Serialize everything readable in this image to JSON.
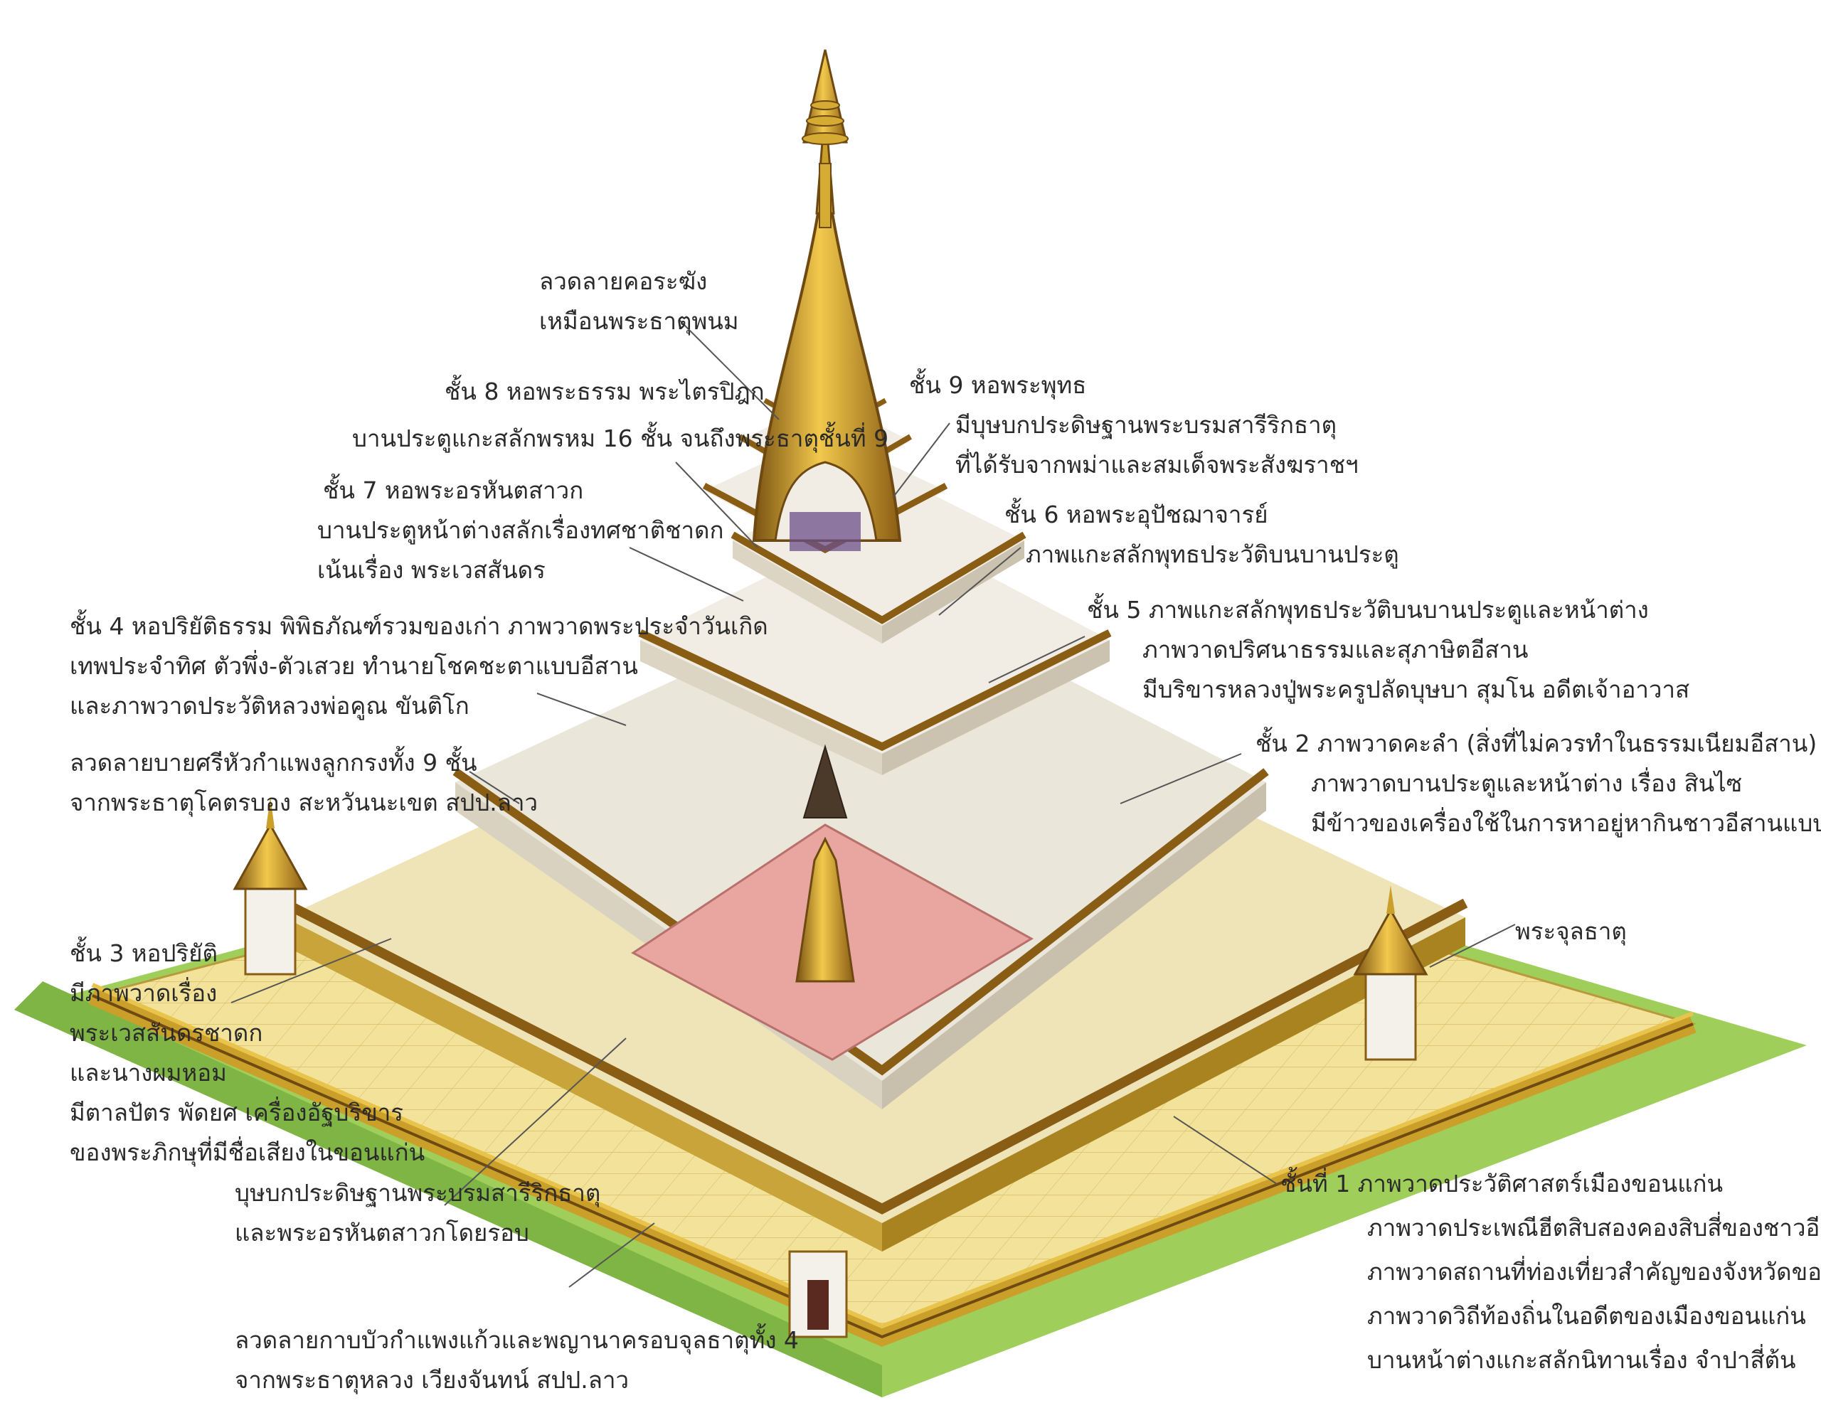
{
  "palette": {
    "grass": "#9fcf5a",
    "paving": "#f2e08e",
    "floor": "#ece7dc",
    "shrine_floor": "#e9a5a0",
    "gold": "#d4a521",
    "dark_gold": "#6e4a12",
    "wall": "#f4f1ea",
    "leader": "#555555"
  },
  "labels": {
    "spire": {
      "lines": [
        "ลวดลายคอระฆัง",
        "เหมือนพระธาตุพนม"
      ]
    },
    "floor8": {
      "lines": [
        "ชั้น 8 หอพระธรรม พระไตรปิฎก",
        "บานประตูแกะสลักพรหม 16 ชั้น จนถึงพระธาตุชั้นที่ 9"
      ]
    },
    "floor9": {
      "lines": [
        "ชั้น 9 หอพระพุทธ",
        "มีบุษบกประดิษฐานพระบรมสารีริกธาตุ",
        "ที่ได้รับจากพม่าและสมเด็จพระสังฆราชฯ"
      ]
    },
    "floor7": {
      "lines": [
        "ชั้น 7 หอพระอรหันตสาวก",
        "บานประตูหน้าต่างสลักเรื่องทศชาติชาดก",
        "เน้นเรื่อง พระเวสสันดร"
      ]
    },
    "floor6": {
      "lines": [
        "ชั้น 6 หอพระอุปัชฌาจารย์",
        "ภาพแกะสลักพุทธประวัติบนบานประตู"
      ]
    },
    "floor5": {
      "lines": [
        "ชั้น 5 ภาพแกะสลักพุทธประวัติบนบานประตูและหน้าต่าง",
        "ภาพวาดปริศนาธรรมและสุภาษิตอีสาน",
        "มีบริขารหลวงปู่พระครูปลัดบุษบา สุมโน อดีตเจ้าอาวาส"
      ]
    },
    "floor4": {
      "lines": [
        "ชั้น 4 หอปริยัติธรรม พิพิธภัณฑ์รวมของเก่า ภาพวาดพระประจำวันเกิด",
        "เทพประจำทิศ ตัวพึ่ง-ตัวเสวย ทำนายโชคชะตาแบบอีสาน",
        "และภาพวาดประวัติหลวงพ่อคูณ ขันติโก"
      ]
    },
    "floor2": {
      "lines": [
        "ชั้น 2 ภาพวาดคะลำ (สิ่งที่ไม่ควรทำในธรรมเนียมอีสาน)",
        "ภาพวาดบานประตูและหน้าต่าง เรื่อง สินไซ",
        "มีข้าวของเครื่องใช้ในการหาอยู่หากินชาวอีสานแบบดั้งเดิม"
      ]
    },
    "railing": {
      "lines": [
        "ลวดลายบายศรีหัวกำแพงลูกกรงทั้ง 9 ชั้น",
        "จากพระธาตุโคตรบอง สะหวันนะเขต สปป.ลาว"
      ]
    },
    "chula": {
      "lines": [
        "พระจุลธาตุ"
      ]
    },
    "floor3": {
      "lines": [
        "ชั้น 3 หอปริยัติ",
        "มีภาพวาดเรื่อง",
        "พระเวสสันดรชาดก",
        "และนางผมหอม",
        "มีตาลปัตร พัดยศ เครื่องอัฐบริขาร",
        "ของพระภิกษุที่มีชื่อเสียงในขอนแก่น"
      ]
    },
    "busabok": {
      "lines": [
        "บุษบกประดิษฐานพระบรมสารีริกธาตุ",
        "และพระอรหันตสาวกโดยรอบ"
      ]
    },
    "floor1": {
      "lines": [
        "ชั้นที่ 1 ภาพวาดประวัติศาสตร์เมืองขอนแก่น",
        "ภาพวาดประเพณีฮีตสิบสองคองสิบสี่ของชาวอีสาน",
        "ภาพวาดสถานที่ท่องเที่ยวสำคัญของจังหวัดขอนแก่น",
        "ภาพวาดวิถีท้องถิ่นในอดีตของเมืองขอนแก่น",
        "บานหน้าต่างแกะสลักนิทานเรื่อง จำปาสี่ต้น"
      ]
    },
    "wall": {
      "lines": [
        "ลวดลายกาบบัวกำแพงแก้วและพญานาครอบจุลธาตุทั้ง 4",
        "จากพระธาตุหลวง เวียงจันทน์ สปป.ลาว"
      ]
    }
  }
}
